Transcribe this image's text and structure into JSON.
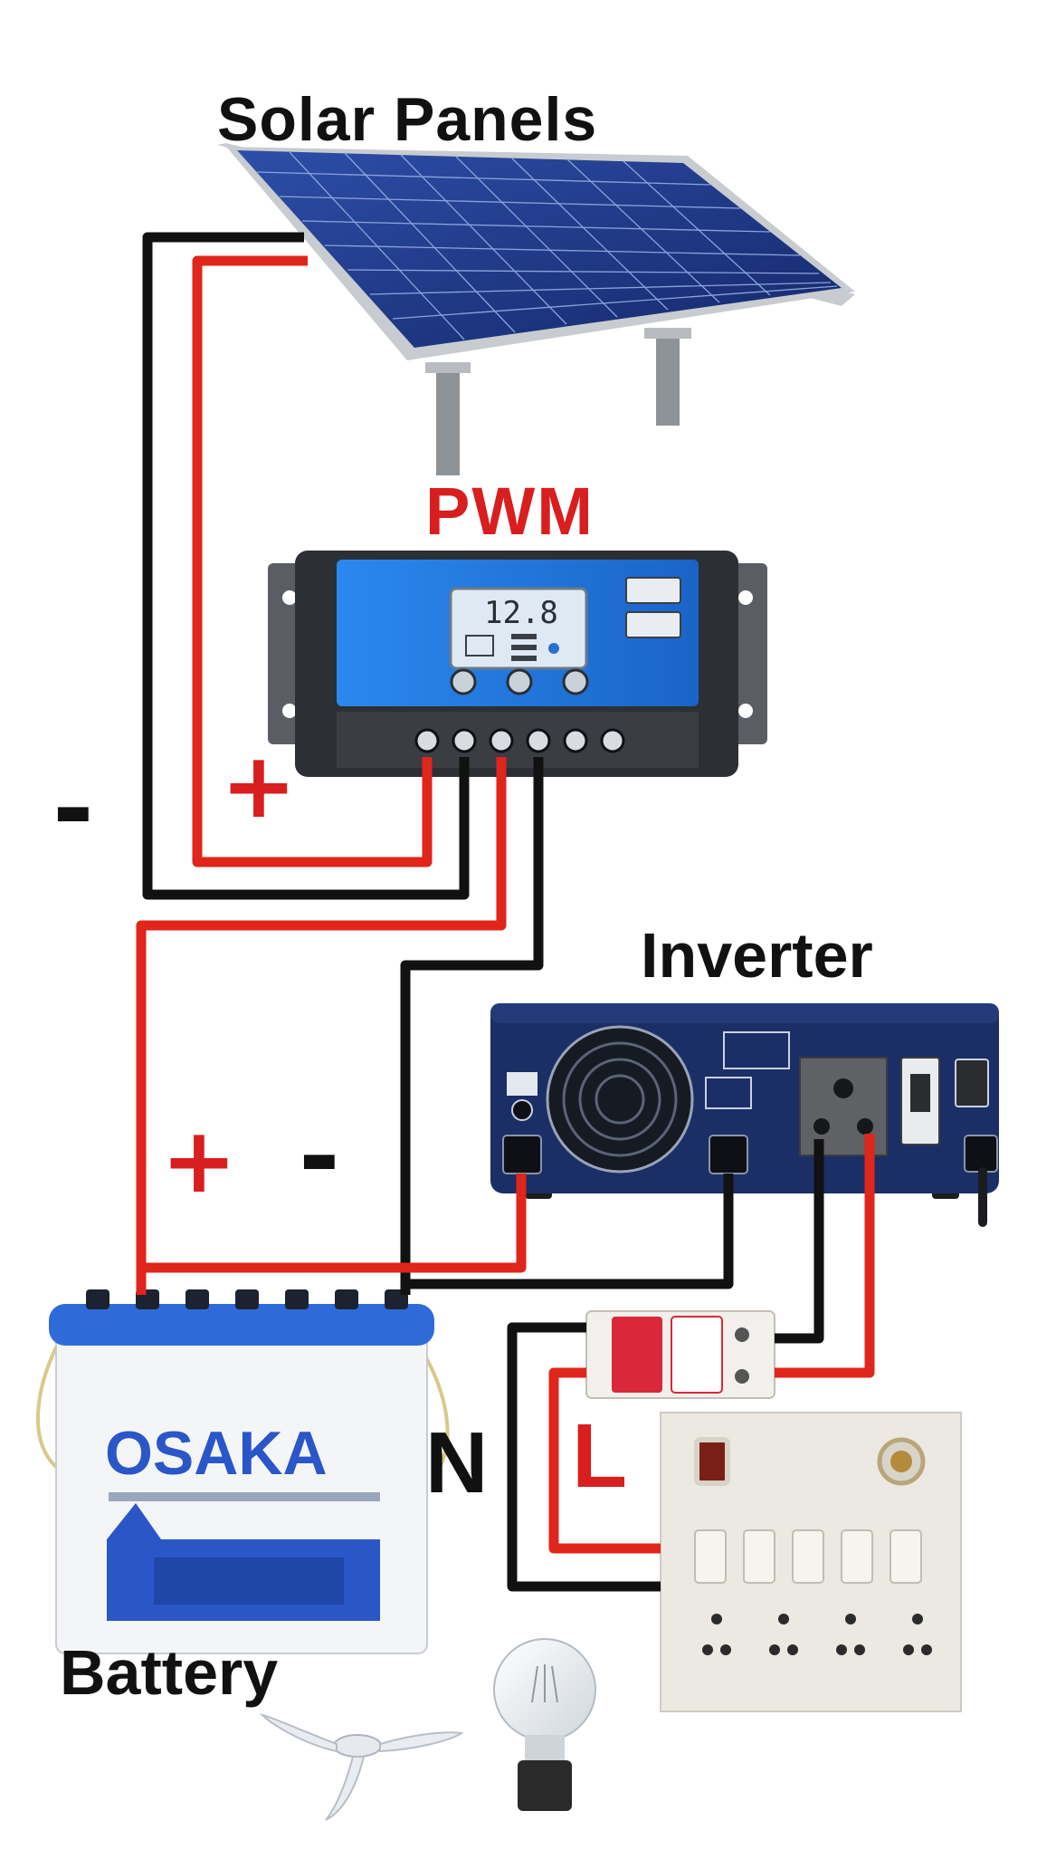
{
  "labels": {
    "solar_panels": "Solar Panels",
    "pwm": "PWM",
    "inverter": "Inverter",
    "battery": "Battery",
    "minus_left": "-",
    "plus_left": "+",
    "plus_battery": "+",
    "minus_battery": "-",
    "neutral": "N",
    "line": "L"
  },
  "controller": {
    "lcd_reading": "12.8"
  },
  "battery": {
    "brand": "OSAKA"
  },
  "colors": {
    "positive_wire": "#e0251b",
    "negative_wire": "#111111",
    "panel_blue": "#1d3a8a",
    "controller_blue": "#1e7be0",
    "inverter_navy": "#1b2f66",
    "battery_blue": "#2a56c8"
  }
}
